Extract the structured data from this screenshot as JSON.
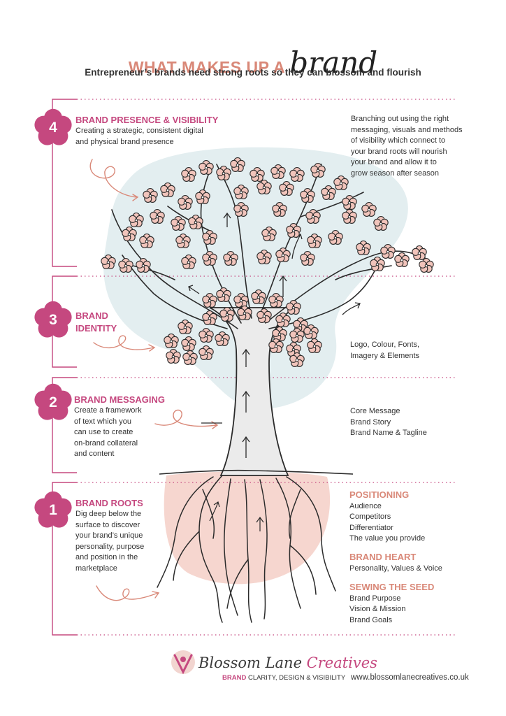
{
  "header": {
    "title_prefix": "WHAT MAKES UP A",
    "title_script": "brand",
    "subtitle": "Entrepreneur’s brands need strong roots so they can blossom and flourish"
  },
  "sections": [
    {
      "number": "4",
      "heading": "BRAND PRESENCE & VISIBILITY",
      "body": [
        "Creating a strategic, consistent digital",
        "and physical brand presence"
      ],
      "right": [
        "Branching out using the right",
        "messaging, visuals and methods",
        "of visibility which connect to",
        "your brand roots will nourish",
        "your brand and allow it to",
        "grow season after season"
      ]
    },
    {
      "number": "3",
      "heading": [
        "BRAND",
        "IDENTITY"
      ],
      "right": [
        "Logo, Colour, Fonts,",
        "Imagery & Elements"
      ]
    },
    {
      "number": "2",
      "heading": "BRAND MESSAGING",
      "body": [
        "Create a framework",
        "of text which you",
        "can use to create",
        "on-brand collateral",
        "and content"
      ],
      "right": [
        "Core Message",
        "Brand Story",
        "Brand Name & Tagline"
      ]
    },
    {
      "number": "1",
      "heading": "BRAND ROOTS",
      "body": [
        "Dig deep below the",
        "surface to discover",
        "your brand’s unique",
        "personality, purpose",
        "and position in the",
        "marketplace"
      ],
      "right_groups": [
        {
          "heading": "POSITIONING",
          "items": [
            "Audience",
            "Competitors",
            "Differentiator",
            "The value you provide"
          ]
        },
        {
          "heading": "BRAND HEART",
          "items": [
            "Personality, Values & Voice"
          ]
        },
        {
          "heading": "SEWING THE SEED",
          "items": [
            "Brand Purpose",
            "Vision & Mission",
            "Brand Goals"
          ]
        }
      ]
    }
  ],
  "footer": {
    "logo_part1": "Blossom Lane ",
    "logo_part2": "Creatives",
    "tagline_key": "BRAND",
    "tagline_rest": " CLARITY, DESIGN & VISIBILITY",
    "url": "www.blossomlanecreatives.co.uk"
  },
  "colors": {
    "magenta": "#c5487f",
    "salmon": "#d98878",
    "soft_blue": "#e3eef0",
    "soft_pink": "#f6d6cf",
    "ink": "#2b2b2b"
  },
  "icons": [
    "flower-icon",
    "arrow-icon",
    "tree-illustration",
    "logo-monogram-icon"
  ]
}
